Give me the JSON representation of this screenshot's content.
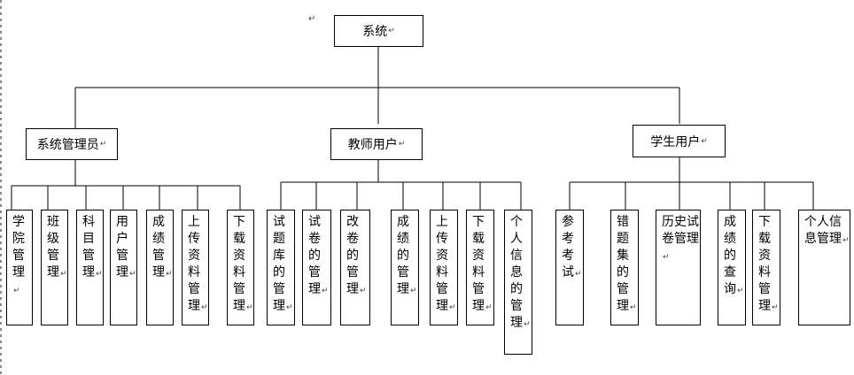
{
  "root": {
    "label": "系统"
  },
  "groups": [
    {
      "label": "系统管理员",
      "items": [
        "学院管理",
        "班级管理",
        "科目管理",
        "用户管理",
        "成绩管理",
        "上传资料管理",
        "下载资料管理"
      ]
    },
    {
      "label": "教师用户",
      "items": [
        "试题库的管理",
        "试卷的管理",
        "改卷的管理",
        "成绩的管理",
        "上传资料管理",
        "下载资料管理",
        "个人信息的管理"
      ]
    },
    {
      "label": "学生用户",
      "items": [
        "参考考试",
        "错题集的管理",
        "历史试卷管理",
        "成绩的查询",
        "下载资料管理",
        "个人信息管理"
      ]
    }
  ],
  "symbols": {
    "return_mark": "↵",
    "margin_mark": "↵"
  },
  "colors": {
    "line": "#000000",
    "background": "#ffffff"
  }
}
